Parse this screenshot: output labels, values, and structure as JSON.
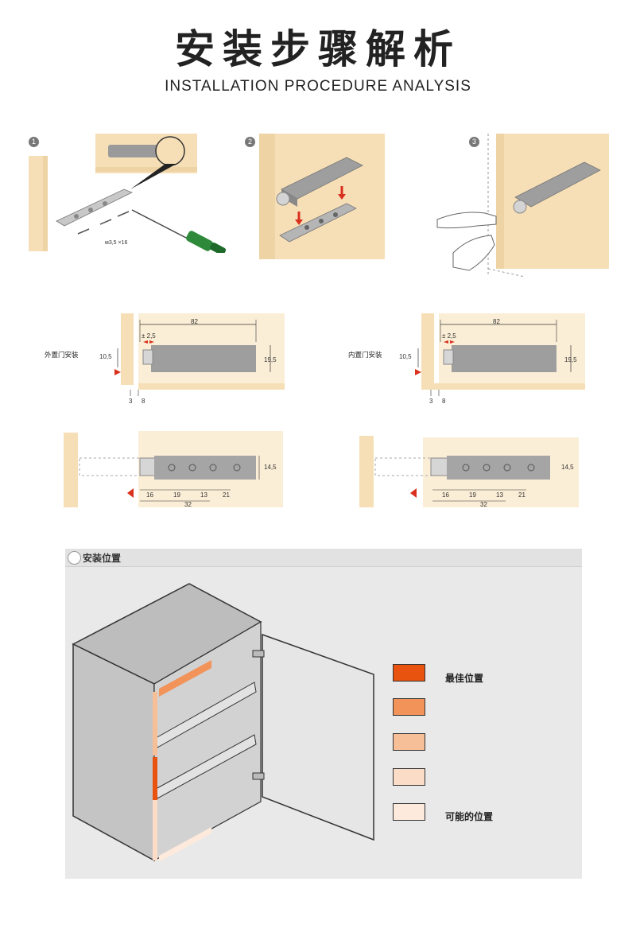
{
  "header": {
    "title": "安装步骤解析",
    "subtitle": "INSTALLATION PROCEDURE ANALYSIS"
  },
  "steps": [
    {
      "num": "1"
    },
    {
      "num": "2"
    },
    {
      "num": "3"
    }
  ],
  "step1_screw_text": "ᴍ3,5 ×16",
  "drawings": {
    "outer": {
      "label": "外置门安装",
      "length": "82",
      "tolerance": "± 2,5",
      "offset": "10,5",
      "height": "19,5",
      "gap_a": "3",
      "gap_b": "8"
    },
    "inner": {
      "label": "内置门安装",
      "length": "82",
      "tolerance": "± 2,5",
      "offset": "10,5",
      "height": "19,5",
      "gap_a": "3",
      "gap_b": "8"
    },
    "bottom_left": {
      "height": "14,5",
      "d1": "16",
      "d2": "19",
      "d3": "13",
      "d4": "21",
      "total": "32"
    },
    "bottom_right": {
      "height": "14,5",
      "d1": "16",
      "d2": "19",
      "d3": "13",
      "d4": "21",
      "total": "32"
    }
  },
  "position_panel": {
    "title": "安装位置",
    "legend": [
      {
        "label": "最佳位置",
        "color": "#e8530f"
      },
      {
        "label": "",
        "color": "#f2935a"
      },
      {
        "label": "",
        "color": "#f7bf98"
      },
      {
        "label": "",
        "color": "#fbdcc6"
      },
      {
        "label": "可能的位置",
        "color": "#fdeadc"
      }
    ]
  }
}
